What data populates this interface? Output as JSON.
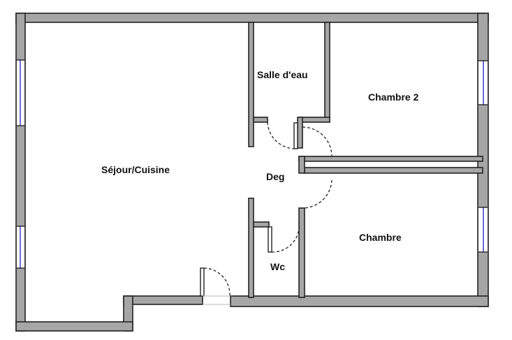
{
  "floor_plan": {
    "rooms": {
      "sejour": {
        "label": "Séjour/Cuisine"
      },
      "salle_eau": {
        "label": "Salle d'eau"
      },
      "chambre2": {
        "label": "Chambre 2"
      },
      "deg": {
        "label": "Deg"
      },
      "chambre": {
        "label": "Chambre"
      },
      "wc": {
        "label": "Wc"
      }
    },
    "colors": {
      "wall_fill": "#a6a6a6",
      "wall_outline": "#222222",
      "window": "#3a3ad0",
      "background": "#ffffff"
    }
  }
}
